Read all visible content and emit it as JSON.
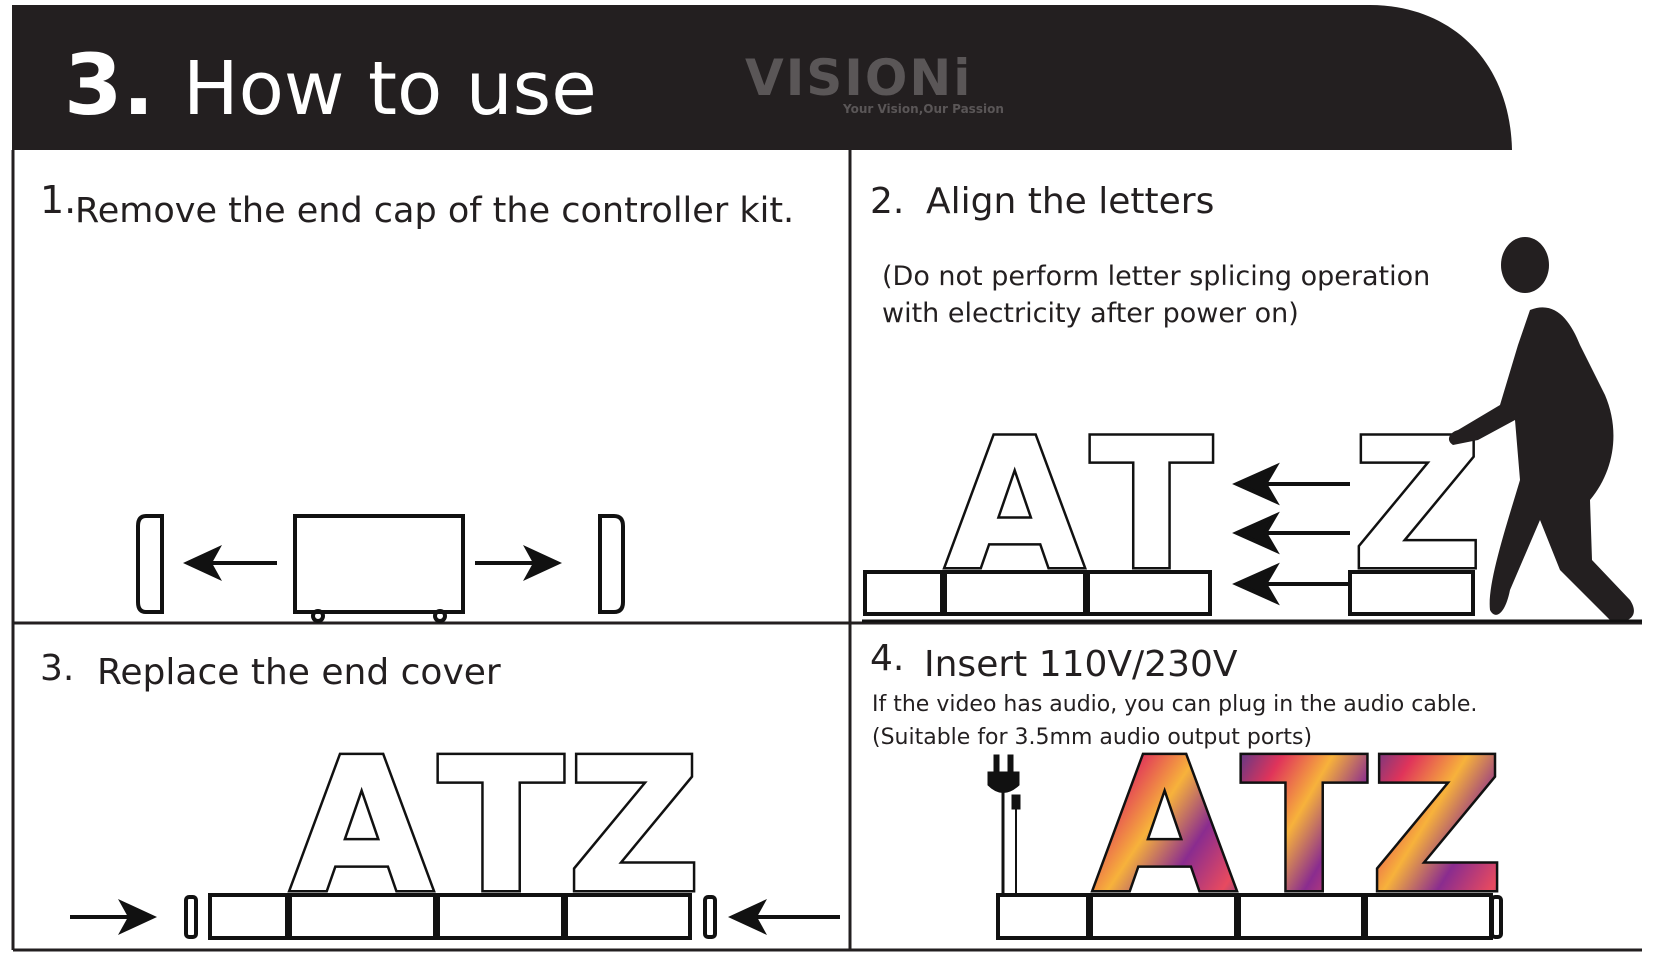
{
  "header": {
    "number": "3.",
    "title": "How to use",
    "logo_text": "VISIONi",
    "logo_tagline": "Your Vision,Our Passion"
  },
  "steps": [
    {
      "number": "1.",
      "title": "Remove the end cap of the controller kit."
    },
    {
      "number": "2.",
      "title": "Align the letters",
      "note_lines": [
        "(Do not perform letter splicing operation",
        "with electricity after power on)"
      ]
    },
    {
      "number": "3.",
      "title": "Replace the end cover"
    },
    {
      "number": "4.",
      "title": "Insert 110V/230V",
      "note_lines": [
        "If the video has audio, you can plug in the audio cable.",
        "(Suitable for 3.5mm audio output ports)"
      ]
    }
  ],
  "letters": [
    "A",
    "T",
    "Z"
  ],
  "colors": {
    "header_bg": "#231f20",
    "logo": "#5a5657",
    "ink": "#111111"
  }
}
